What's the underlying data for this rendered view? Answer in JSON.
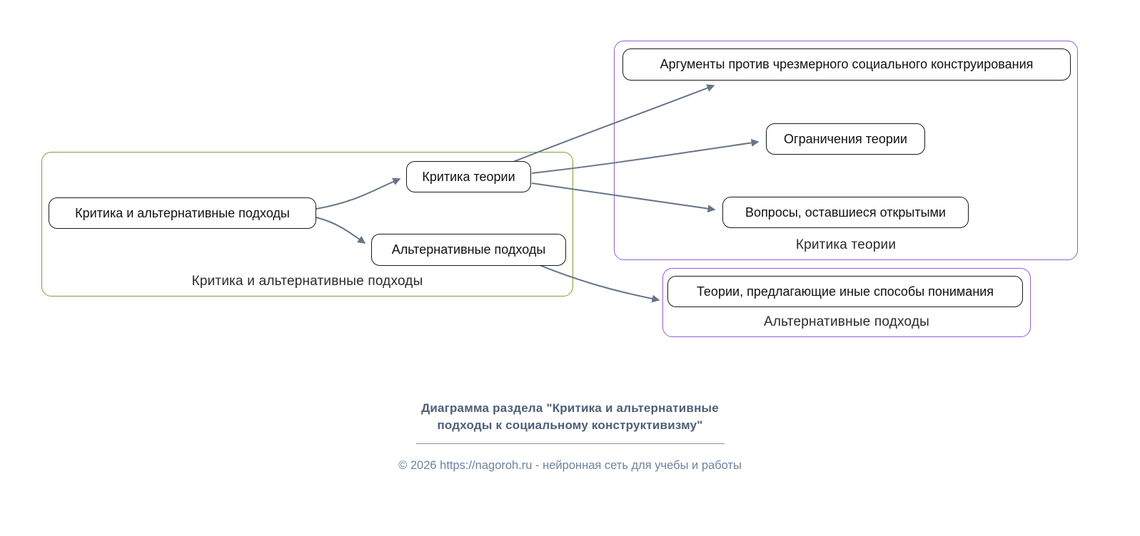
{
  "diagram": {
    "groups": {
      "main": {
        "label": "Критика и альтернативные подходы"
      },
      "critique": {
        "label": "Критика теории"
      },
      "alternative": {
        "label": "Альтернативные подходы"
      }
    },
    "nodes": {
      "root": {
        "label": "Критика и альтернативные подходы"
      },
      "critique": {
        "label": "Критика теории"
      },
      "alternative": {
        "label": "Альтернативные подходы"
      },
      "arguments": {
        "label": "Аргументы против чрезмерного социального конструирования"
      },
      "limitations": {
        "label": "Ограничения теории"
      },
      "open_questions": {
        "label": "Вопросы, оставшиеся открытыми"
      },
      "theories": {
        "label": "Теории, предлагающие иные способы понимания"
      }
    },
    "edges": [
      {
        "from": "root",
        "to": "critique"
      },
      {
        "from": "root",
        "to": "alternative"
      },
      {
        "from": "critique",
        "to": "arguments"
      },
      {
        "from": "critique",
        "to": "limitations"
      },
      {
        "from": "critique",
        "to": "open_questions"
      },
      {
        "from": "alternative",
        "to": "theories"
      }
    ]
  },
  "footer": {
    "title_line1": "Диаграмма раздела \"Критика и альтернативные",
    "title_line2": "подходы к социальному конструктивизму\"",
    "copyright": "© 2026 https://nagoroh.ru - нейронная сеть для учебы и работы"
  },
  "colors": {
    "group-green": "#7ca33d",
    "group-purple": "#8f5fd6",
    "node-border": "#1a1a1a",
    "arrow": "#677487",
    "footer-dark": "#4d6079",
    "footer-light": "#6e82a0"
  }
}
